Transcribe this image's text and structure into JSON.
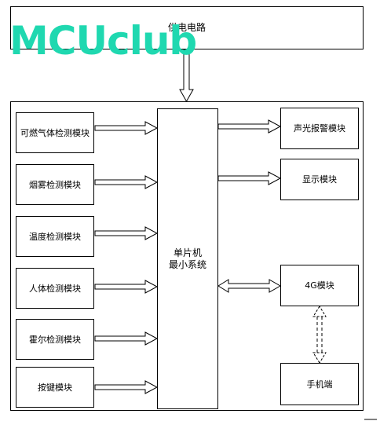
{
  "diagram": {
    "power": "供电电路",
    "mcu": "单片机\n最小系统",
    "inputs": [
      "可燃气体检测模块",
      "烟雾检测模块",
      "温度检测模块",
      "人体检测模块",
      "霍尔检测模块",
      "按键模块"
    ],
    "outputs": {
      "alarm": "声光报警模块",
      "display": "显示模块",
      "module_4g": "4G模块",
      "phone": "手机端"
    },
    "watermark": "MCUclub"
  },
  "colors": {
    "watermark": "#1fd8b0",
    "line": "#000000"
  }
}
